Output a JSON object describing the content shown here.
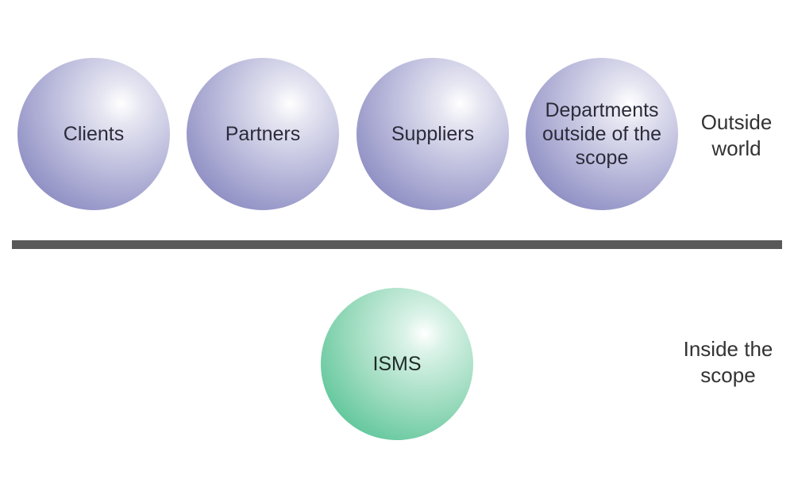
{
  "outside": {
    "entities": [
      "Clients",
      "Partners",
      "Suppliers",
      "Departments outside of the scope"
    ],
    "label": "Outside world"
  },
  "inside": {
    "entity": "ISMS",
    "label": "Inside the scope"
  },
  "colors": {
    "outside_sphere": "#8f8fc4",
    "inside_sphere": "#5fc69a",
    "divider": "#595959"
  }
}
